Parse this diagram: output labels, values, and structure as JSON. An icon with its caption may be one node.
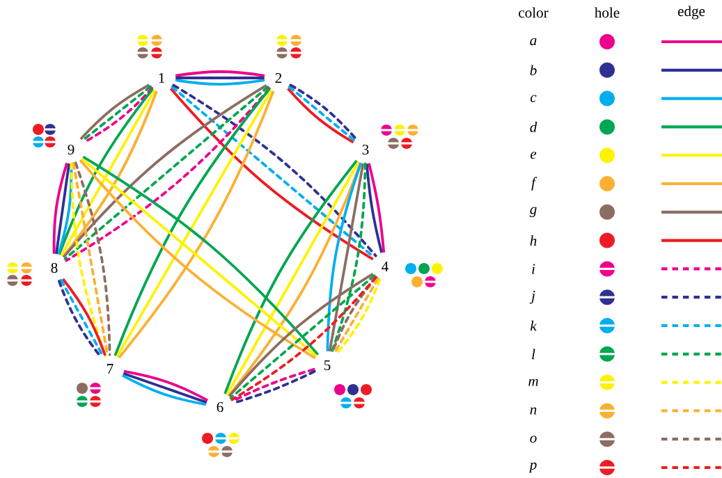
{
  "diagram": {
    "nodes": [
      {
        "text": [
          "1"
        ]
      },
      {
        "text": [
          "2"
        ]
      },
      {
        "text": [
          "3"
        ]
      },
      {
        "text": [
          "4"
        ]
      },
      {
        "text": [
          "5"
        ]
      },
      {
        "text": [
          "6"
        ]
      },
      {
        "text": [
          "7"
        ]
      },
      {
        "text": [
          "8"
        ]
      },
      {
        "text": [
          "9"
        ]
      }
    ],
    "edges": [
      {
        "from": 0,
        "to": 1,
        "arrow": "none",
        "color": "#00aeef"
      },
      {
        "from": 0,
        "to": 1,
        "arrow": "none",
        "color": "#2e3192"
      },
      {
        "from": 0,
        "to": 1,
        "arrow": "none",
        "color": "#ec008c"
      },
      {
        "from": 0,
        "to": 3,
        "arrow": "none",
        "color": "#ed1c24"
      },
      {
        "from": 0,
        "to": 3,
        "arrow": "none",
        "style": "dashed",
        "color": "#00aeef"
      },
      {
        "from": 0,
        "to": 3,
        "arrow": "none",
        "style": "dashed",
        "color": "#2e3192"
      },
      {
        "from": 0,
        "to": 8,
        "arrow": "none",
        "color": "#8c6d62"
      },
      {
        "from": 0,
        "to": 8,
        "arrow": "none",
        "style": "dashed",
        "color": "#00a651"
      },
      {
        "from": 0,
        "to": 8,
        "arrow": "none",
        "style": "dashed",
        "color": "#ec008c"
      },
      {
        "from": 0,
        "to": 7,
        "arrow": "none",
        "color": "#00a651"
      },
      {
        "from": 0,
        "to": 7,
        "arrow": "none",
        "color": "#fff200"
      },
      {
        "from": 0,
        "to": 7,
        "arrow": "none",
        "color": "#fbb034"
      },
      {
        "from": 1,
        "to": 2,
        "arrow": "none",
        "color": "#ed1c24"
      },
      {
        "from": 1,
        "to": 2,
        "arrow": "none",
        "style": "dashed",
        "color": "#00aeef"
      },
      {
        "from": 1,
        "to": 2,
        "arrow": "none",
        "style": "dashed",
        "color": "#2e3192"
      },
      {
        "from": 1,
        "to": 7,
        "arrow": "none",
        "color": "#8c6d62"
      },
      {
        "from": 1,
        "to": 7,
        "arrow": "none",
        "style": "dashed",
        "color": "#00a651"
      },
      {
        "from": 1,
        "to": 7,
        "arrow": "none",
        "style": "dashed",
        "color": "#ec008c"
      },
      {
        "from": 1,
        "to": 6,
        "arrow": "none",
        "color": "#00a651"
      },
      {
        "from": 1,
        "to": 6,
        "arrow": "none",
        "color": "#fff200"
      },
      {
        "from": 1,
        "to": 6,
        "arrow": "none",
        "color": "#fbb034"
      },
      {
        "from": 2,
        "to": 3,
        "arrow": "none",
        "color": "#2e3192"
      },
      {
        "from": 2,
        "to": 3,
        "arrow": "none",
        "color": "#ec008c"
      },
      {
        "from": 2,
        "to": 5,
        "arrow": "none",
        "color": "#00a651"
      },
      {
        "from": 2,
        "to": 5,
        "arrow": "none",
        "color": "#fff200"
      },
      {
        "from": 2,
        "to": 5,
        "arrow": "none",
        "color": "#fbb034"
      },
      {
        "from": 2,
        "to": 4,
        "arrow": "none",
        "color": "#00aeef"
      },
      {
        "from": 2,
        "to": 4,
        "arrow": "none",
        "color": "#8c6d62"
      },
      {
        "from": 2,
        "to": 4,
        "arrow": "none",
        "style": "dashed",
        "color": "#00a651"
      },
      {
        "from": 8,
        "to": 7,
        "arrow": "none",
        "color": "#00aeef"
      },
      {
        "from": 8,
        "to": 7,
        "arrow": "none",
        "color": "#2e3192"
      },
      {
        "from": 8,
        "to": 7,
        "arrow": "none",
        "color": "#ec008c"
      },
      {
        "from": 8,
        "to": 4,
        "arrow": "none",
        "color": "#00a651"
      },
      {
        "from": 8,
        "to": 4,
        "arrow": "none",
        "color": "#fff200"
      },
      {
        "from": 8,
        "to": 4,
        "arrow": "none",
        "color": "#fbb034"
      },
      {
        "from": 8,
        "to": 6,
        "arrow": "none",
        "style": "dashed",
        "color": "#8c6d62"
      },
      {
        "from": 8,
        "to": 6,
        "arrow": "none",
        "style": "dashed",
        "color": "#fbb034"
      },
      {
        "from": 8,
        "to": 6,
        "arrow": "none",
        "style": "dashed",
        "color": "#fff200"
      },
      {
        "from": 7,
        "to": 6,
        "arrow": "none",
        "color": "#ed1c24"
      },
      {
        "from": 7,
        "to": 6,
        "arrow": "none",
        "style": "dashed",
        "color": "#00aeef"
      },
      {
        "from": 7,
        "to": 6,
        "arrow": "none",
        "style": "dashed",
        "color": "#2e3192"
      },
      {
        "from": 3,
        "to": 4,
        "arrow": "none",
        "style": "dashed",
        "color": "#8c6d62"
      },
      {
        "from": 3,
        "to": 4,
        "arrow": "none",
        "style": "dashed",
        "color": "#fbb034"
      },
      {
        "from": 3,
        "to": 4,
        "arrow": "none",
        "style": "dashed",
        "color": "#fff200"
      },
      {
        "from": 3,
        "to": 5,
        "arrow": "none",
        "color": "#8c6d62"
      },
      {
        "from": 3,
        "to": 5,
        "arrow": "none",
        "style": "dashed",
        "color": "#00a651"
      },
      {
        "from": 3,
        "to": 5,
        "arrow": "none",
        "style": "dashed",
        "color": "#ed1c24"
      },
      {
        "from": 4,
        "to": 5,
        "arrow": "none",
        "style": "dashed",
        "color": "#ec008c"
      },
      {
        "from": 4,
        "to": 5,
        "arrow": "none",
        "style": "dashed",
        "color": "#2e3192"
      },
      {
        "from": 6,
        "to": 5,
        "arrow": "none",
        "color": "#ec008c"
      },
      {
        "from": 6,
        "to": 5,
        "arrow": "none",
        "color": "#2e3192"
      },
      {
        "from": 6,
        "to": 5,
        "arrow": "none",
        "color": "#00aeef"
      }
    ],
    "labels": [
      "color",
      "hole",
      "edge"
    ],
    "legend": [
      {
        "text": "a",
        "color": "#ec008c"
      },
      {
        "text": "b",
        "color": "#2e3192"
      },
      {
        "text": "c",
        "color": "#00aeef"
      },
      {
        "text": "d",
        "color": "#00a651"
      },
      {
        "text": "e",
        "color": "#fff200"
      },
      {
        "text": "f",
        "color": "#fbb034"
      },
      {
        "text": "g",
        "color": "#8c6d62"
      },
      {
        "text": "h",
        "color": "#ed1c24"
      },
      {
        "text": "i",
        "color": "#ec008c"
      },
      {
        "text": "j",
        "color": "#2e3192"
      },
      {
        "text": "k",
        "color": "#00aeef"
      },
      {
        "text": "l",
        "color": "#00a651"
      },
      {
        "text": "m",
        "color": "#fff200"
      },
      {
        "text": "n",
        "color": "#fbb034"
      },
      {
        "text": "o",
        "color": "#8c6d62"
      },
      {
        "text": "p",
        "color": "#ed1c24"
      }
    ]
  }
}
